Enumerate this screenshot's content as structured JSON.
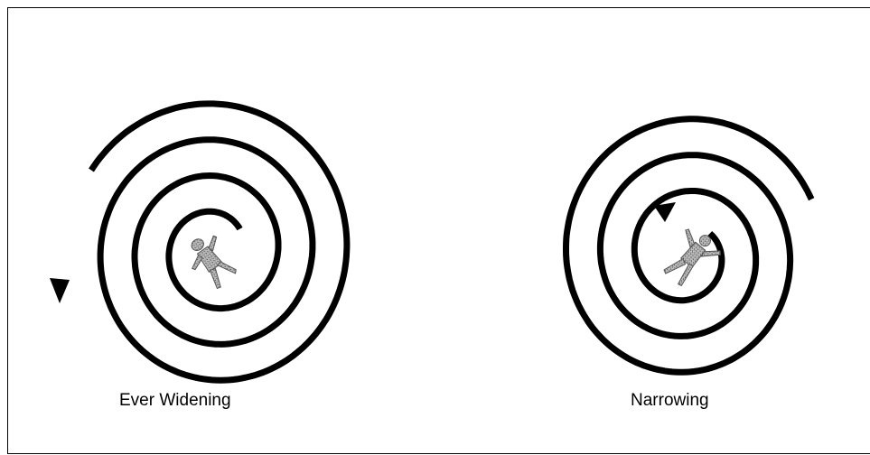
{
  "spirals": [
    {
      "caption": "Ever Widening",
      "direction": "outward",
      "color": "#000000"
    },
    {
      "caption": "Narrowing",
      "direction": "inward",
      "color": "#000000"
    }
  ],
  "figure_icon": "falling-person-icon"
}
